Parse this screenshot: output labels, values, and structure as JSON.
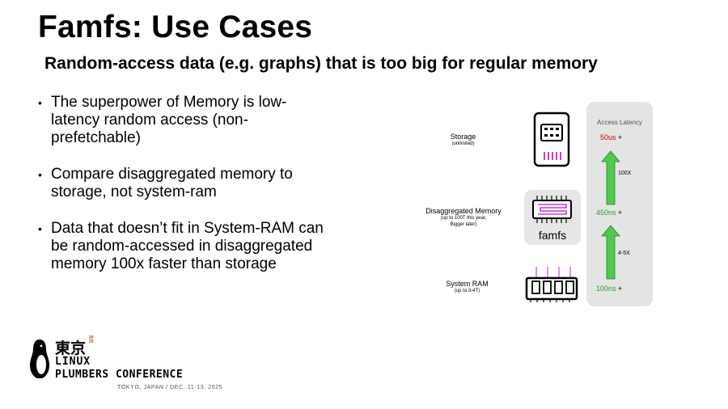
{
  "slide": {
    "title": "Famfs: Use Cases",
    "subtitle": "Random-access data (e.g. graphs) that is too big for regular memory",
    "bullets": [
      "The superpower of Memory is low-latency random access (non-prefetchable)",
      "Compare disaggregated memory to storage, not system-ram",
      "Data that doesn’t fit in System-RAM can be random-accessed in disaggregated memory 100x faster than storage"
    ]
  },
  "diagram": {
    "storage": {
      "label": "Storage",
      "note": "(unlimited)"
    },
    "disaggregated": {
      "label": "Disaggregated Memory",
      "note_line1": "(up to 100T this year,",
      "note_line2": "Bigger later)",
      "badge": "famfs"
    },
    "system_ram": {
      "label": "System RAM",
      "note": "(up to 3-4T)"
    },
    "latency": {
      "title": "Access Latency",
      "storage_value": "50us",
      "disagg_value": "450ns",
      "ram_value": "100ns",
      "plus": "+",
      "ratio_top": "100X",
      "ratio_bottom": "4-5X"
    },
    "colors": {
      "storage_latency": "#cc0000",
      "disagg_latency": "#2e9a2e",
      "ram_latency": "#2e9a2e",
      "arrow": "#4fc94f",
      "accent": "#c83ad9"
    }
  },
  "branding": {
    "kanji": "東京",
    "year": "2025",
    "line1": "LINUX",
    "line2": "PLUMBERS CONFERENCE",
    "location": "TOKYO, JAPAN / DEC. 11-13, 2025"
  }
}
